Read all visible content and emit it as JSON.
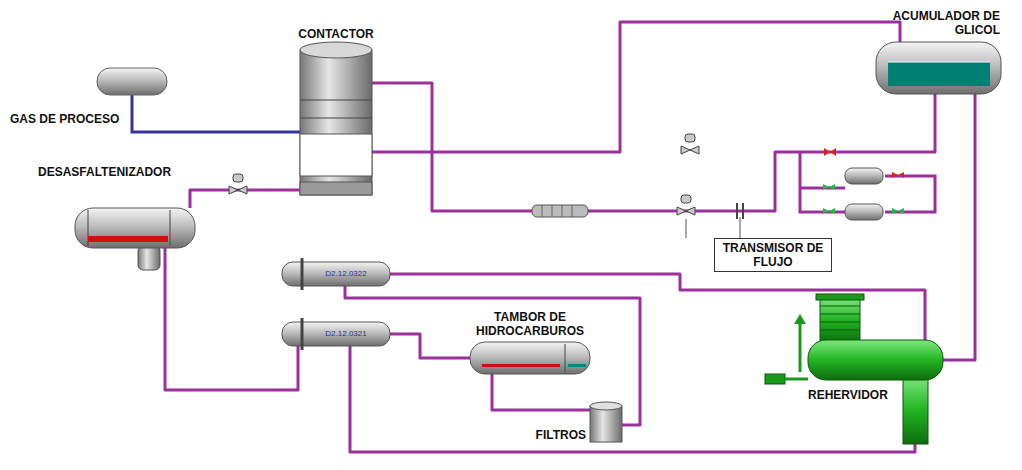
{
  "diagram": {
    "nodes": [
      {
        "text": [
          "CONTACTOR"
        ]
      },
      {
        "text": [
          "DESASFALTENIZADOR"
        ]
      },
      {
        "text": [
          "ACUMULADOR DE GLICOL"
        ]
      },
      {
        "text": [
          "TRANSMISOR DE FLUJO"
        ]
      },
      {
        "text": [
          "D2.12.0322"
        ]
      },
      {
        "text": [
          "D2.12.0321"
        ]
      },
      {
        "text": [
          "TAMBOR DE HIDROCARBUROS"
        ]
      },
      {
        "text": [
          "FILTROS"
        ]
      },
      {
        "text": [
          "REHERVIDOR"
        ]
      }
    ],
    "edges": [
      {
        "from": 0,
        "to": 1,
        "arrow": "none"
      },
      {
        "from": 1,
        "to": 5,
        "arrow": "none"
      },
      {
        "from": 5,
        "to": 6,
        "arrow": "none"
      },
      {
        "from": 6,
        "to": 7,
        "arrow": "none"
      },
      {
        "from": 7,
        "to": 4,
        "arrow": "none"
      },
      {
        "from": 4,
        "to": 8,
        "arrow": "none"
      },
      {
        "from": 8,
        "to": 5,
        "arrow": "none"
      },
      {
        "from": 8,
        "to": 2,
        "arrow": "none"
      },
      {
        "from": 0,
        "to": 2,
        "arrow": "none"
      },
      {
        "from": 2,
        "to": 0,
        "arrow": "none"
      }
    ],
    "labels": [
      "GAS DE PROCESO"
    ]
  }
}
